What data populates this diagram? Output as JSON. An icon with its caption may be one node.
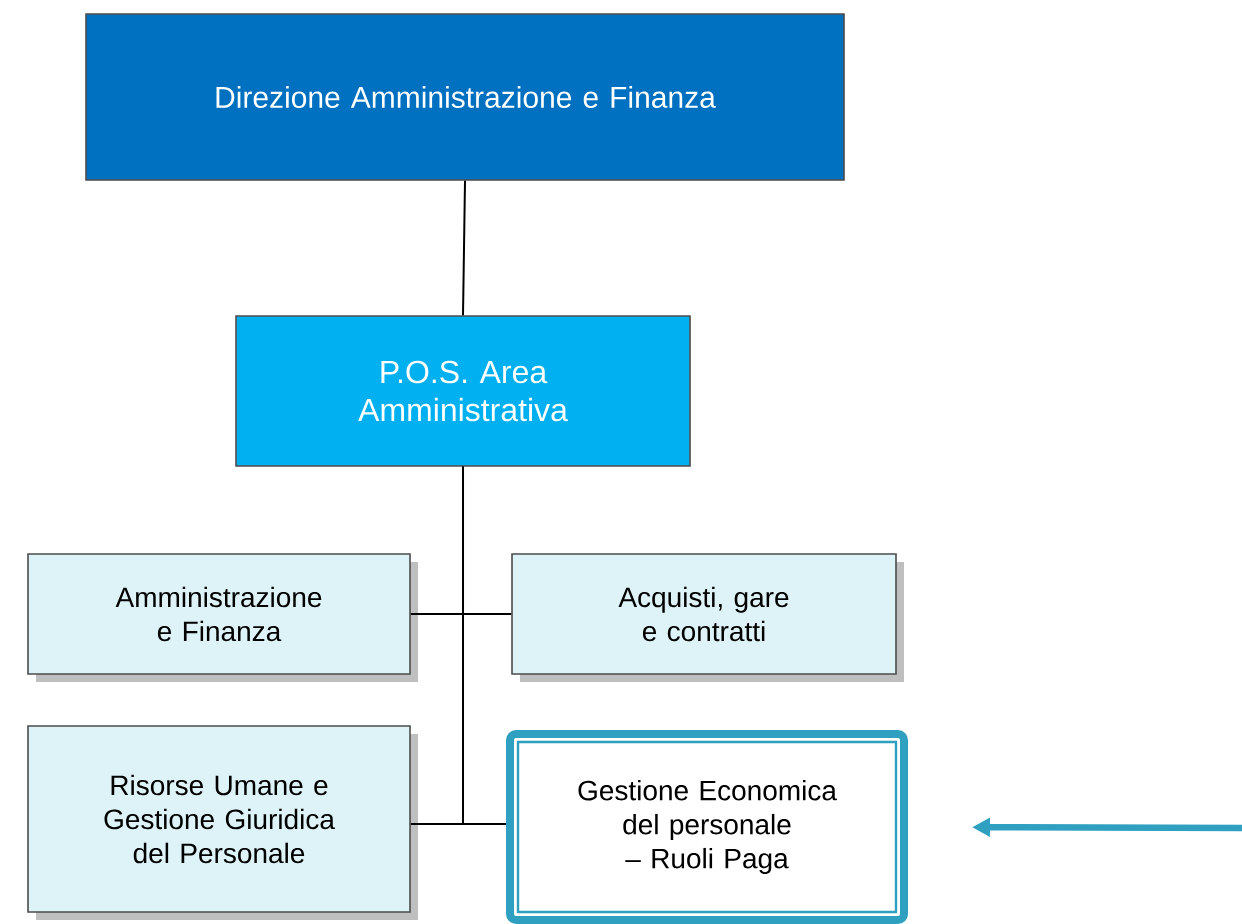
{
  "diagram": {
    "nodes": [
      {
        "text": [
          "Direzione Amministrazione e Finanza"
        ]
      },
      {
        "text": [
          "P.O.S. Area Amministrativa"
        ]
      },
      {
        "text": [
          "Amministrazione e Finanza"
        ]
      },
      {
        "text": [
          "Acquisti, gare e contratti"
        ]
      },
      {
        "text": [
          "Risorse Umane e Gestione Giuridica del Personale"
        ]
      },
      {
        "text": [
          "Gestione Economica del personale – Ruoli Paga"
        ]
      }
    ],
    "edges": [
      {
        "from": 0,
        "to": 1,
        "arrow": "none"
      },
      {
        "from": 1,
        "to": 2,
        "arrow": "none"
      },
      {
        "from": 1,
        "to": 3,
        "arrow": "none"
      },
      {
        "from": 1,
        "to": 4,
        "arrow": "none"
      },
      {
        "from": 1,
        "to": 5,
        "arrow": "none"
      },
      {
        "from": null,
        "to": 5,
        "arrow": "to",
        "style": "thick",
        "color": "#2fa0c0"
      }
    ]
  }
}
